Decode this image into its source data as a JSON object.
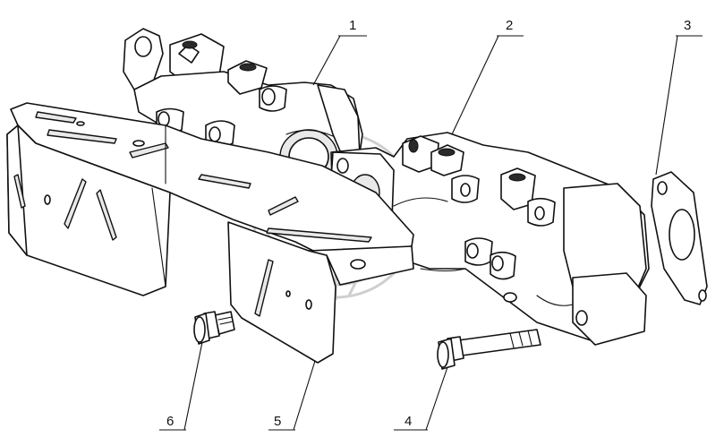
{
  "diagram": {
    "callouts": [
      {
        "id": "1",
        "label": "1"
      },
      {
        "id": "2",
        "label": "2"
      },
      {
        "id": "3",
        "label": "3"
      },
      {
        "id": "4",
        "label": "4"
      },
      {
        "id": "5",
        "label": "5"
      },
      {
        "id": "6",
        "label": "6"
      }
    ]
  },
  "colors": {
    "ink": "#111111",
    "background": "#ffffff",
    "watermark": "#cfcfcf"
  }
}
